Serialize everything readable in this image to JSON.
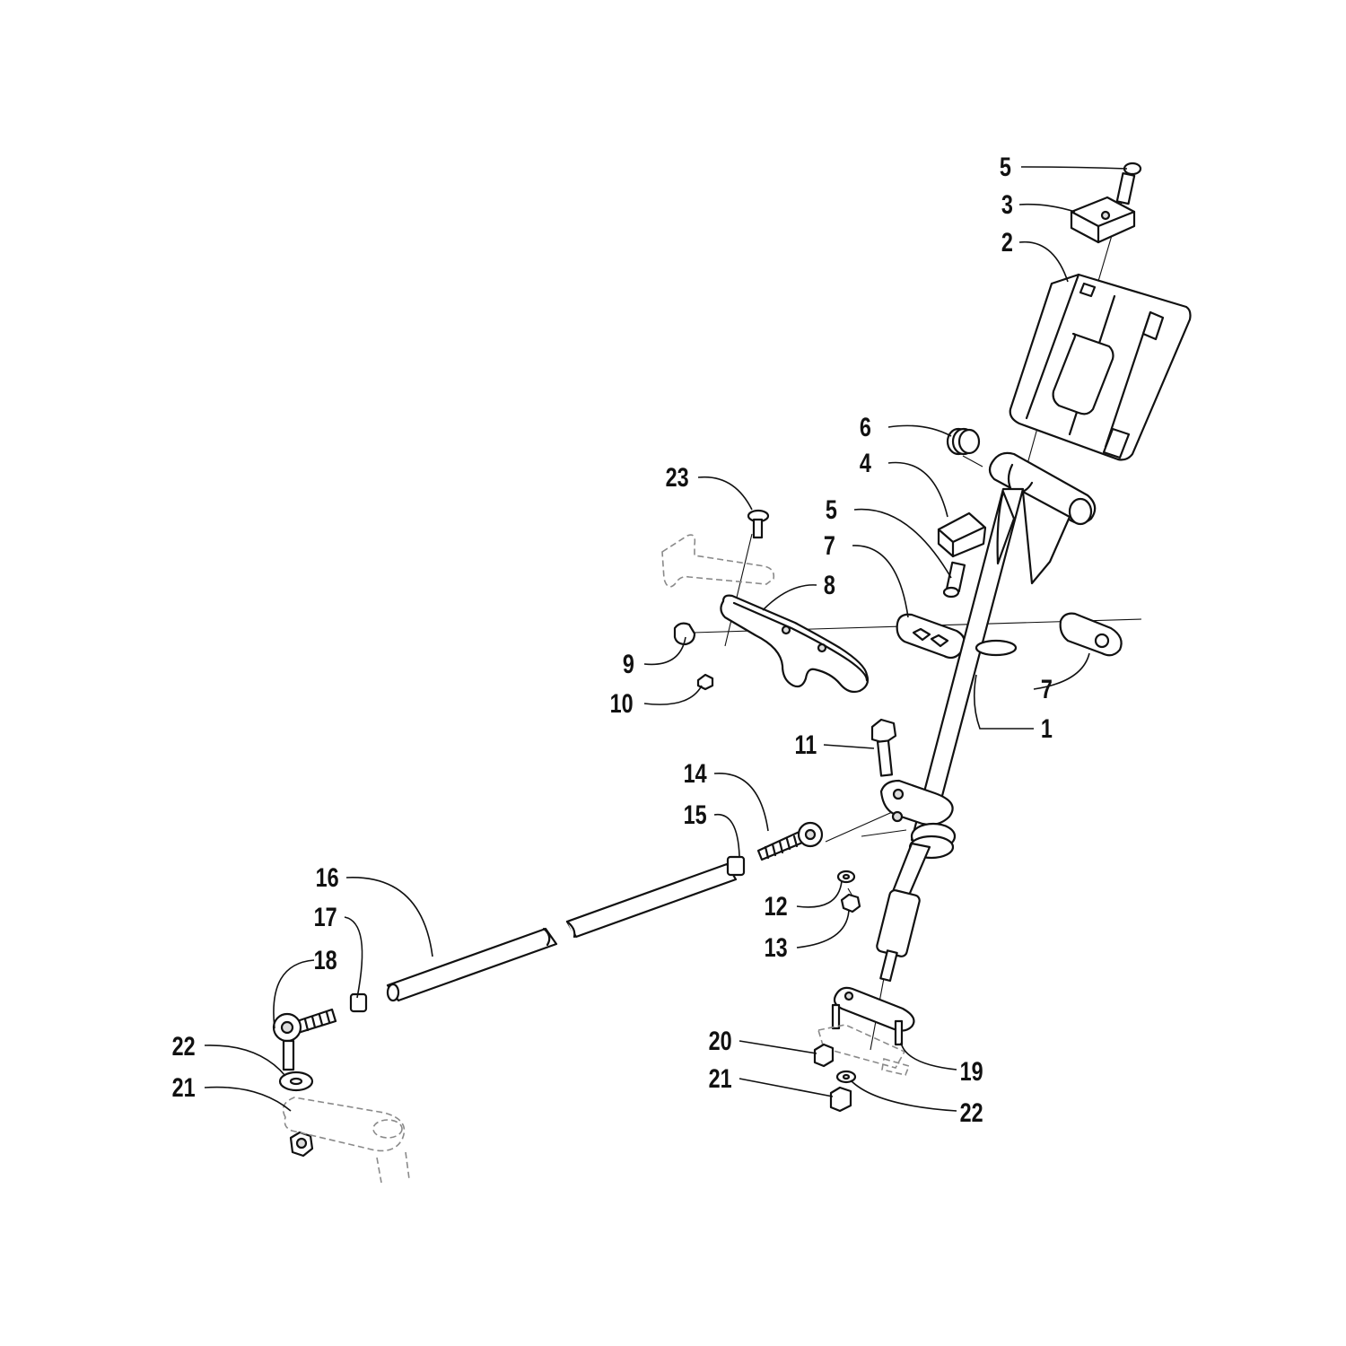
{
  "diagram": {
    "kind": "exploded-parts-view",
    "callouts": [
      {
        "id": "c5-top",
        "label": "5"
      },
      {
        "id": "c3",
        "label": "3"
      },
      {
        "id": "c2",
        "label": "2"
      },
      {
        "id": "c6",
        "label": "6"
      },
      {
        "id": "c4",
        "label": "4"
      },
      {
        "id": "c23",
        "label": "23"
      },
      {
        "id": "c5-mid",
        "label": "5"
      },
      {
        "id": "c7-left",
        "label": "7"
      },
      {
        "id": "c8",
        "label": "8"
      },
      {
        "id": "c9",
        "label": "9"
      },
      {
        "id": "c10",
        "label": "10"
      },
      {
        "id": "c7-right",
        "label": "7"
      },
      {
        "id": "c1",
        "label": "1"
      },
      {
        "id": "c11",
        "label": "11"
      },
      {
        "id": "c14",
        "label": "14"
      },
      {
        "id": "c15",
        "label": "15"
      },
      {
        "id": "c16",
        "label": "16"
      },
      {
        "id": "c12",
        "label": "12"
      },
      {
        "id": "c17",
        "label": "17"
      },
      {
        "id": "c13",
        "label": "13"
      },
      {
        "id": "c18",
        "label": "18"
      },
      {
        "id": "c20",
        "label": "20"
      },
      {
        "id": "c19",
        "label": "19"
      },
      {
        "id": "c22-left",
        "label": "22"
      },
      {
        "id": "c21-left",
        "label": "21"
      },
      {
        "id": "c21-right",
        "label": "21"
      },
      {
        "id": "c22-right",
        "label": "22"
      }
    ]
  }
}
